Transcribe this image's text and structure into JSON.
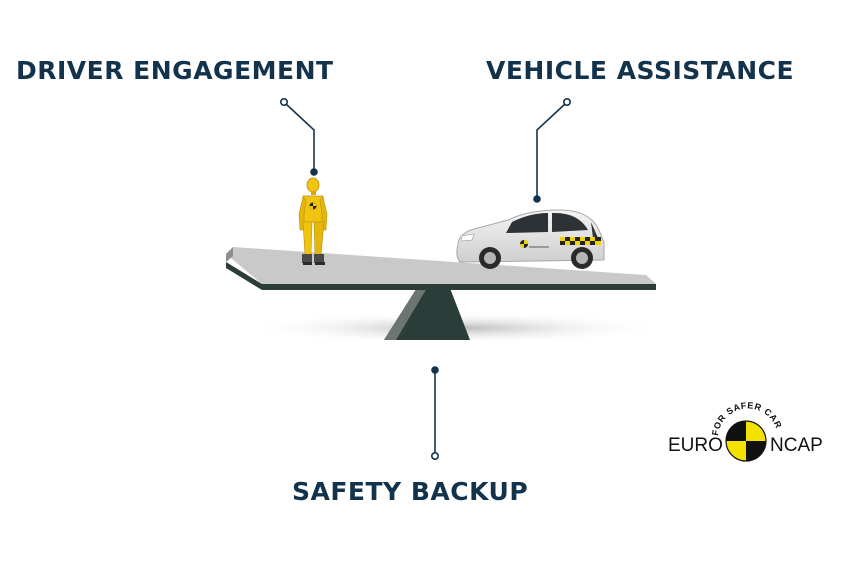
{
  "labels": {
    "driver_engagement": "DRIVER ENGAGEMENT",
    "vehicle_assistance": "VEHICLE ASSISTANCE",
    "safety_backup": "SAFETY BACKUP"
  },
  "logo": {
    "left_text": "EURO",
    "right_text": "NCAP",
    "tagline": "FOR SAFER CARS",
    "icon": "euro-ncap-emblem"
  },
  "colors": {
    "label_navy": "#13334c",
    "seesaw_dark": "#2b3d38",
    "plank_top": "#c8c9c8",
    "dummy_yellow": "#f1c40f",
    "logo_yellow": "#f3e200"
  }
}
